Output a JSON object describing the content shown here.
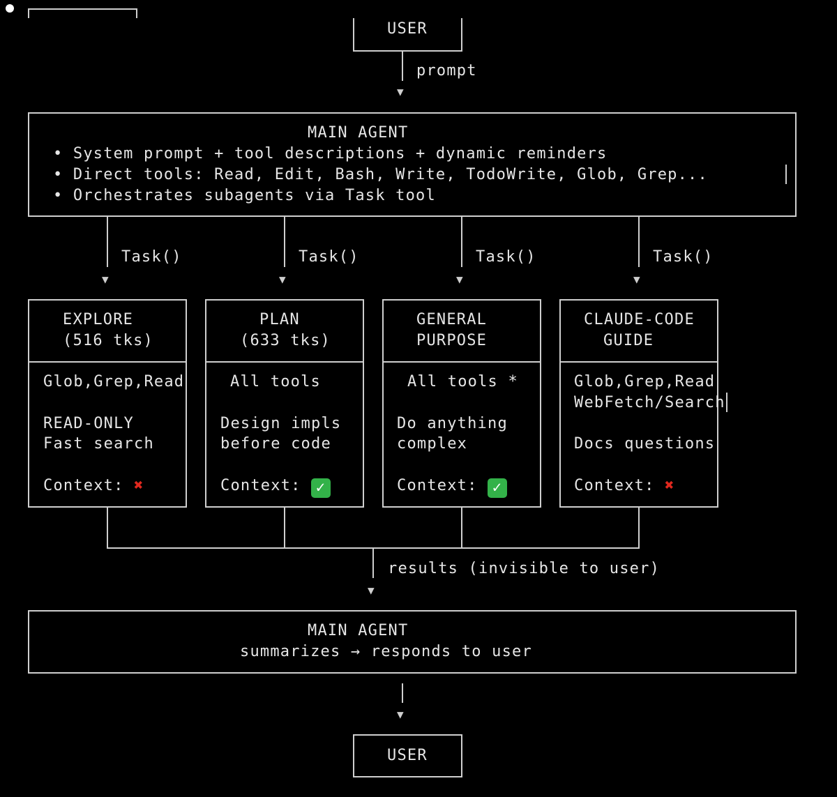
{
  "top_user": "USER",
  "prompt_label": "prompt",
  "main_agent_top": {
    "title": "MAIN AGENT",
    "bullets": [
      "• System prompt + tool descriptions + dynamic reminders",
      "• Direct tools: Read, Edit, Bash, Write, TodoWrite, Glob, Grep...",
      "• Orchestrates subagents via Task tool"
    ]
  },
  "task_label": "Task()",
  "subagents": [
    {
      "title1": "EXPLORE",
      "title2": "(516 tks)",
      "tools": [
        "Glob,Grep,Read"
      ],
      "desc": [
        "READ-ONLY",
        "Fast search"
      ],
      "context_label": "Context:",
      "context_icon": "cross-mark",
      "context_glyph": "✖"
    },
    {
      "title1": "PLAN",
      "title2": "(633 tks)",
      "tools": [
        "All tools"
      ],
      "desc": [
        "Design impls",
        "before code"
      ],
      "context_label": "Context:",
      "context_icon": "check-mark",
      "context_glyph": "✓"
    },
    {
      "title1": "GENERAL",
      "title2": "PURPOSE",
      "tools": [
        "All tools *"
      ],
      "desc": [
        "Do anything",
        "complex"
      ],
      "context_label": "Context:",
      "context_icon": "check-mark",
      "context_glyph": "✓"
    },
    {
      "title1": "CLAUDE-CODE",
      "title2": "GUIDE",
      "tools": [
        "Glob,Grep,Read",
        "WebFetch/Search"
      ],
      "desc": [
        "Docs questions"
      ],
      "context_label": "Context:",
      "context_icon": "cross-mark",
      "context_glyph": "✖"
    }
  ],
  "results_label": "results (invisible to user)",
  "main_agent_bottom": {
    "title": "MAIN AGENT",
    "subtitle": "summarizes → responds to user"
  },
  "bottom_user": "USER",
  "colors": {
    "background": "#000000",
    "line": "#cfcfcf",
    "text": "#e6e6e6",
    "cross": "#e0281e",
    "check": "#33b249"
  }
}
